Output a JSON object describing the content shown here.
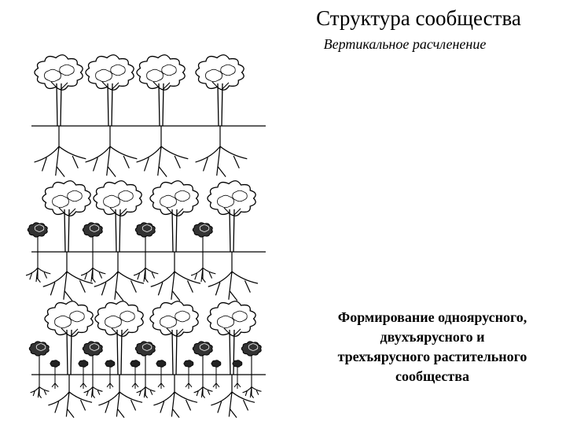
{
  "header": {
    "title": "Структура сообщества",
    "subtitle": "Вертикальное расчленение"
  },
  "caption": {
    "lines": [
      "Формирование одноярусного,",
      "двухъярусного и",
      "трехъярусного растительного",
      "сообщества"
    ]
  },
  "colors": {
    "ink": "#000000",
    "background": "#ffffff"
  },
  "panels": [
    {
      "name": "one-tier-community",
      "tiers": 1
    },
    {
      "name": "two-tier-community",
      "tiers": 2
    },
    {
      "name": "three-tier-community",
      "tiers": 3
    }
  ]
}
